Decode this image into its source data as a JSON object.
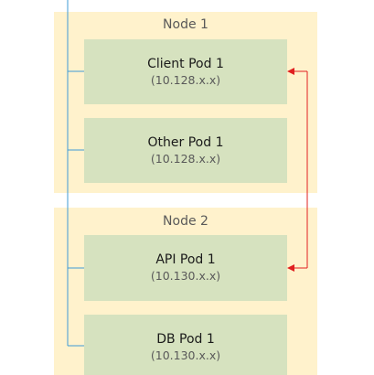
{
  "nodes": [
    {
      "title": "Node 1",
      "pods": [
        {
          "name": "Client Pod 1",
          "ip": "(10.128.x.x)"
        },
        {
          "name": "Other Pod 1",
          "ip": "(10.128.x.x)"
        }
      ]
    },
    {
      "title": "Node 2",
      "pods": [
        {
          "name": "API Pod 1",
          "ip": "(10.130.x.x)"
        },
        {
          "name": "DB Pod 1",
          "ip": "(10.130.x.x)"
        }
      ]
    }
  ],
  "colors": {
    "node_fill": "#fff2cc",
    "pod_fill": "#d6e2bf",
    "network_line": "#3c9bd6",
    "traffic_arrow": "#e02020"
  }
}
